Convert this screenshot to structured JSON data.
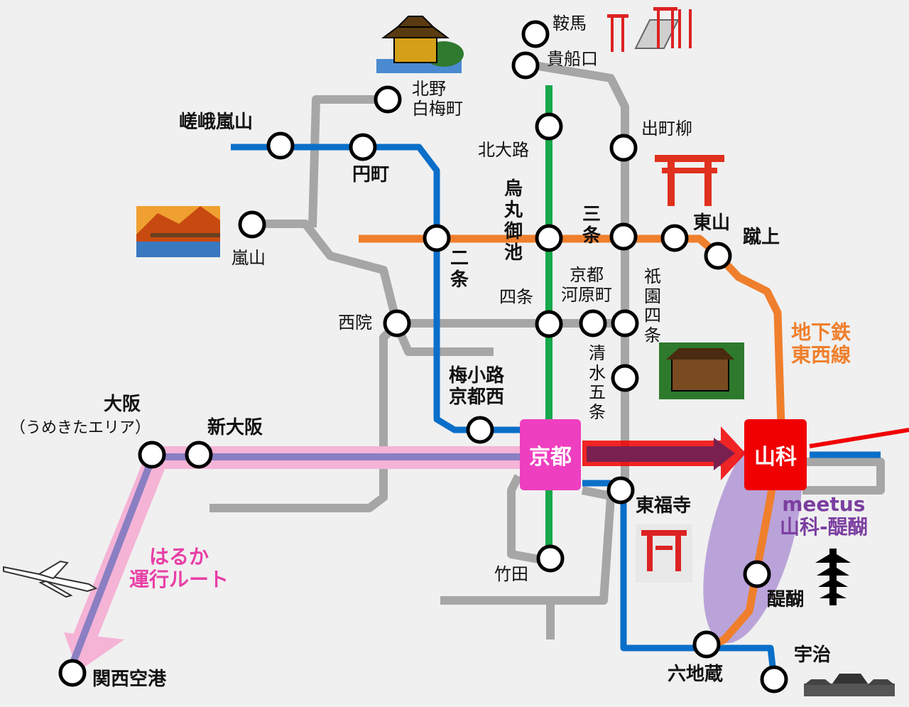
{
  "stations": {
    "kurama": "鞍馬",
    "kibuneguchi": "貴船口",
    "kitano_hakubaicho": "北野\n白梅町",
    "saga_arashiyama": "嵯峨嵐山",
    "demachiyanagi": "出町柳",
    "kitaoji": "北大路",
    "emmachi": "円町",
    "karasuma_oike": "烏丸御池",
    "sanjo": "三条",
    "higashiyama": "東山",
    "keage": "蹴上",
    "arashiyama": "嵐山",
    "nijo": "二条",
    "shijo": "四条",
    "kyoto_kawaramachi": "京都\n河原町",
    "gion_shijo": "祇園四条",
    "saiin": "西院",
    "kiyomizu_gojo": "清水五条",
    "umekoji_kyotonishi": "梅小路\n京都西",
    "osaka": "大阪",
    "osaka_note": "（うめきたエリア）",
    "shin_osaka": "新大阪",
    "kyoto": "京都",
    "yamashina": "山科",
    "tofukuji": "東福寺",
    "takeda": "竹田",
    "daigo": "醍醐",
    "rokujizo": "六地蔵",
    "uji": "宇治",
    "kansai_airport": "関西空港"
  },
  "annotations": {
    "subway_tozai": "地下鉄\n東西線",
    "meetus": "meetus\n山科-醍醐",
    "haruka": "はるか\n運行ルート"
  },
  "colors": {
    "background": "#f0f0f0",
    "gray_line": "#a6a6a6",
    "blue_line": "#0a6fc9",
    "green_line": "#17a84a",
    "orange_line": "#ef7f2c",
    "haruka_pink": "#f5b3d6",
    "haruka_purple": "#8a7fc2",
    "kyoto_hub": "#ee3fc0",
    "yamashina_hub": "#f00000",
    "meetus_area": "#b49ad6"
  },
  "icons": [
    "kinkakuji-icon",
    "kurama-torii-path-icon",
    "arashiyama-bridge-icon",
    "heian-torii-icon",
    "kiyomizu-temple-icon",
    "fushimi-inari-icon",
    "daigo-pagoda-icon",
    "byodoin-icon",
    "airplane-icon"
  ]
}
